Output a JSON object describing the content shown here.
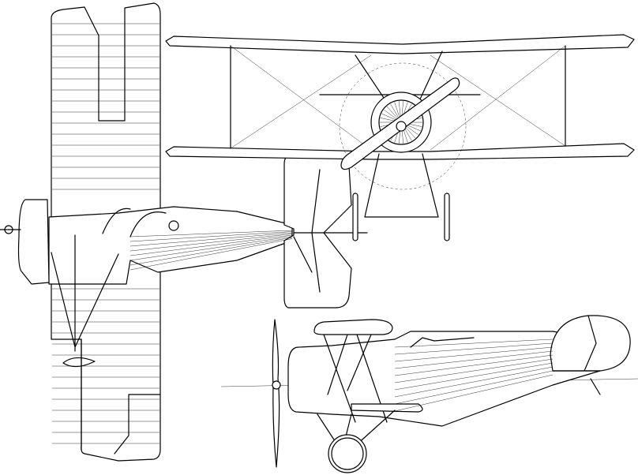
{
  "drawing": {
    "views": [
      "plan",
      "front",
      "side"
    ],
    "colors": {
      "line": "#000000",
      "background": "#ffffff"
    }
  }
}
